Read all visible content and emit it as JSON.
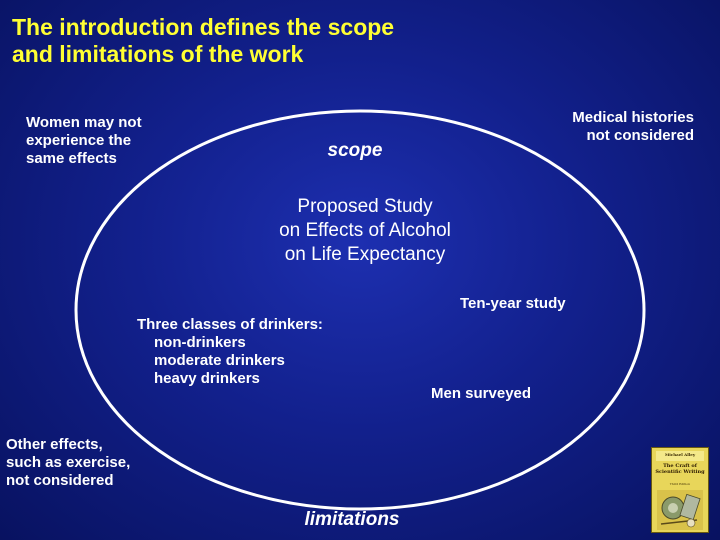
{
  "slide": {
    "title_line1": "The introduction defines the scope",
    "title_line2": "and limitations of the work",
    "colors": {
      "background": "#12208c",
      "title": "#ffff33",
      "text": "#ffffff"
    }
  },
  "scope": {
    "label": "scope",
    "study_line1": "Proposed Study",
    "study_line2": "on Effects of Alcohol",
    "study_line3": "on Life Expectancy",
    "ten_year": "Ten-year study",
    "drinkers_heading": "Three classes of drinkers:",
    "drinker_types": [
      "non-drinkers",
      "moderate drinkers",
      "heavy drinkers"
    ],
    "men": "Men surveyed"
  },
  "limitations": {
    "label": "limitations",
    "women_line1": "Women may not",
    "women_line2": "experience the",
    "women_line3": "same effects",
    "medical_line1": "Medical histories",
    "medical_line2": "not considered",
    "other_line1": "Other effects,",
    "other_line2": "such as exercise,",
    "other_line3": "not considered"
  },
  "book": {
    "author": "Michael Alley",
    "title_line1": "The Craft of",
    "title_line2": "Scientific Writing",
    "edition": "Third Edition"
  }
}
